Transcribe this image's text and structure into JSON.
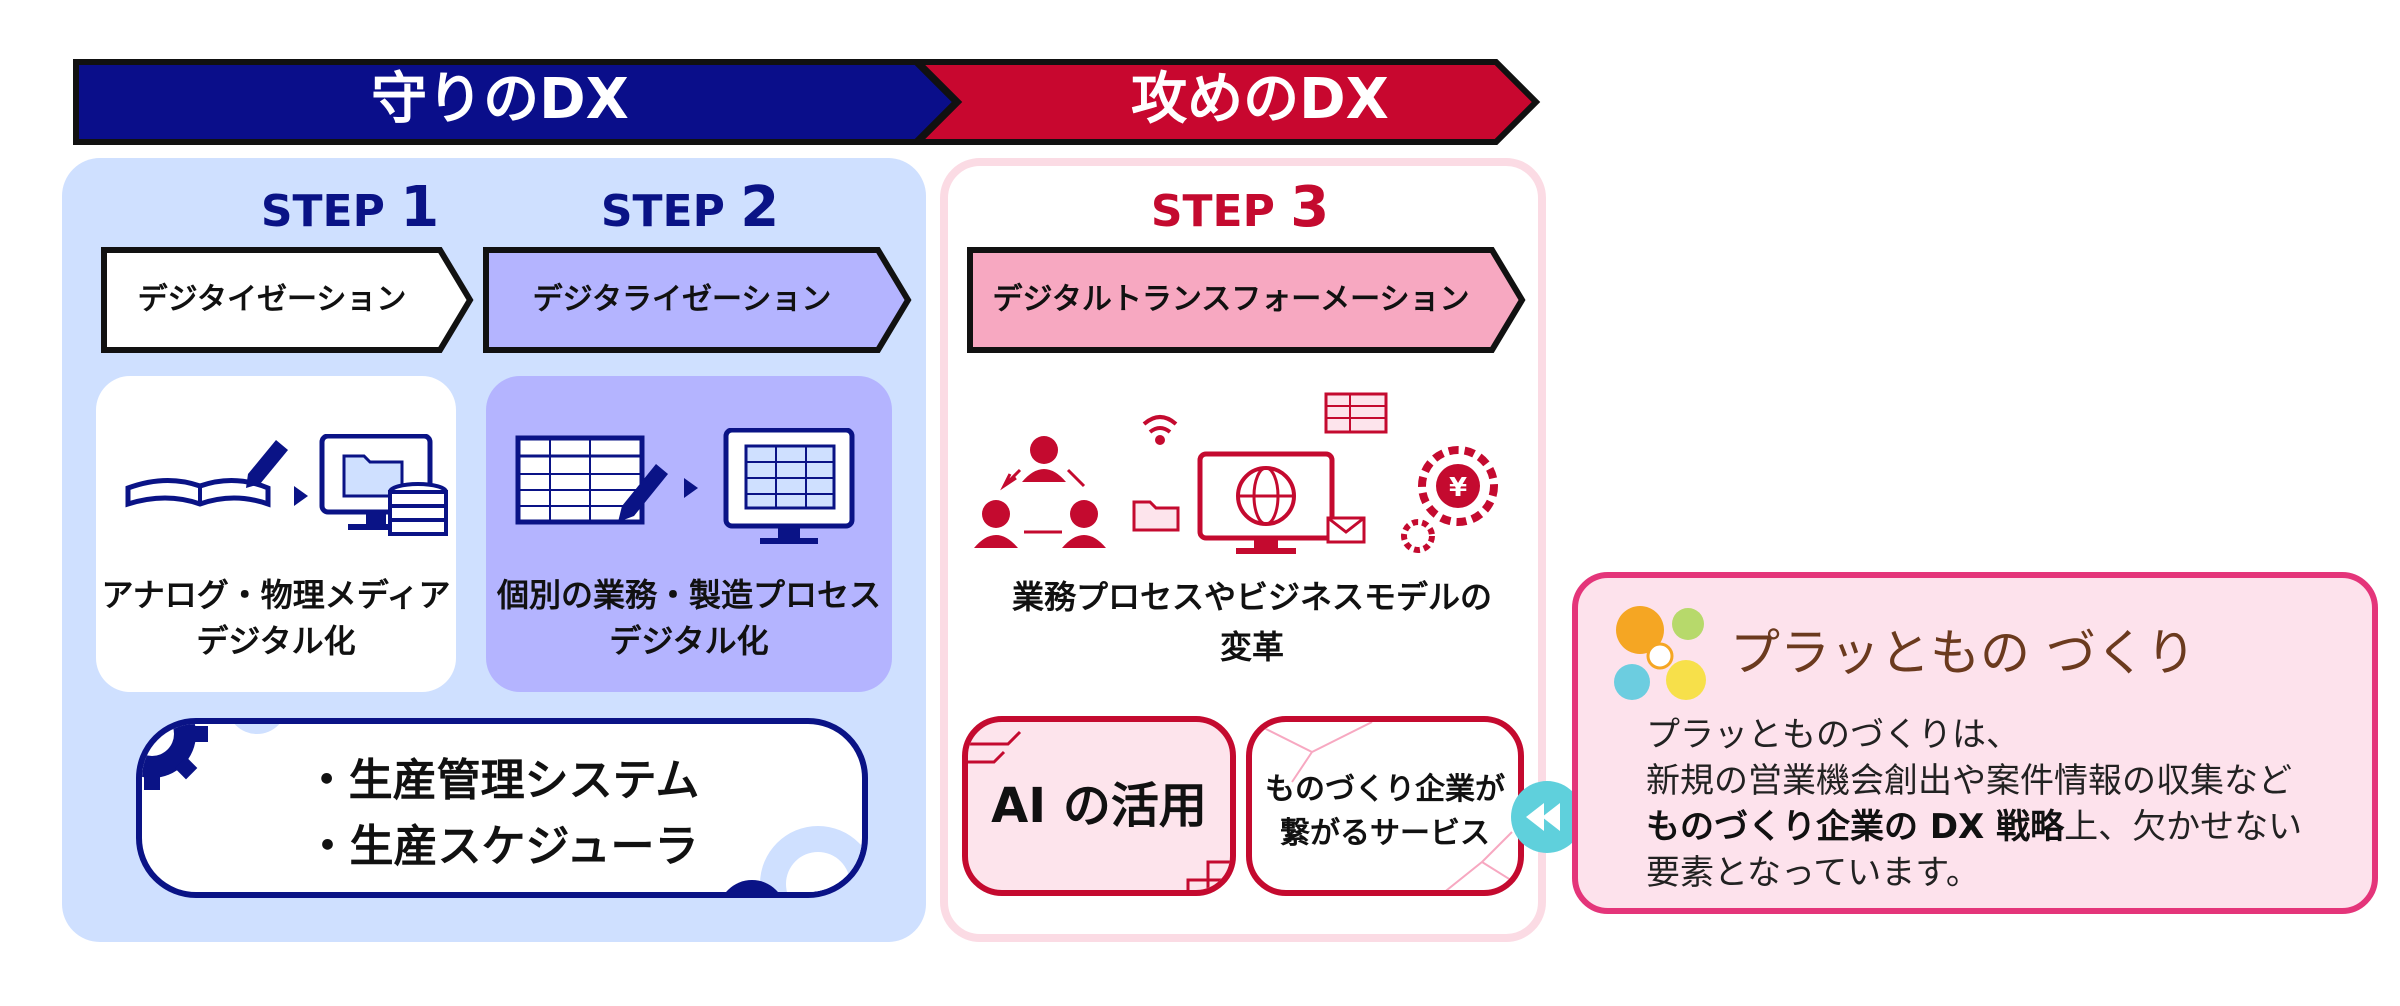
{
  "banner": {
    "defense_label": "守りのDX",
    "offense_label": "攻めのDX",
    "defense_color": "#0a0e8a",
    "offense_color": "#c8072f"
  },
  "steps": [
    {
      "prefix": "STEP",
      "num": "1",
      "arrow_label": "デジタイゼーション",
      "card_text_line1": "アナログ・物理メディア",
      "card_text_line2": "デジタル化",
      "color": "#0a1386"
    },
    {
      "prefix": "STEP",
      "num": "2",
      "arrow_label": "デジタライゼーション",
      "card_text_line1": "個別の業務・製造プロセス",
      "card_text_line2": "デジタル化",
      "color": "#0a1386"
    },
    {
      "prefix": "STEP",
      "num": "3",
      "arrow_label": "デジタルトランスフォーメーション",
      "card_text_line1": "業務プロセスやビジネスモデルの",
      "card_text_line2": "変革",
      "color": "#c40a2f"
    }
  ],
  "systems": {
    "line1": "・生産管理システム",
    "line2": "・生産スケジューラ"
  },
  "step3_boxes": {
    "ai": "AI の活用",
    "service_line1": "ものづくり企業が",
    "service_line2": "繋がるサービス"
  },
  "icons": [
    "book-pen-icon",
    "computer-folder-icon",
    "database-icon",
    "spreadsheet-pen-icon",
    "monitor-spreadsheet-icon",
    "people-network-icon",
    "wifi-icon",
    "globe-monitor-icon",
    "folder-icon",
    "table-icon",
    "mail-icon",
    "yen-gear-icon",
    "gear-icon",
    "rewind-icon",
    "brand-logo-icon"
  ],
  "brand": {
    "name": "プラッともの づくり",
    "para_line1": "プラッとものづくりは、",
    "para_line2": "新規の営業機会創出や案件情報の収集など",
    "para_line3_bold": "ものづくり企業の DX 戦略",
    "para_line3_rest": "上、欠かせない",
    "para_line4": "要素となっています。"
  }
}
